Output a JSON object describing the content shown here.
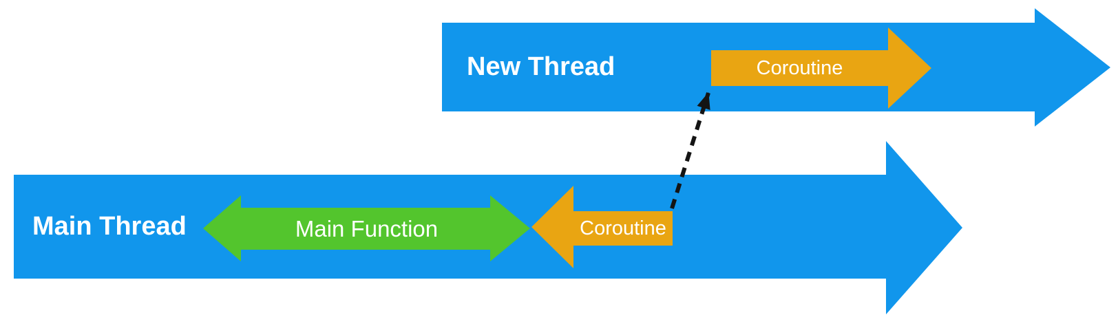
{
  "colors": {
    "thread_blue": "#1196ec",
    "coroutine_orange": "#e9a512",
    "function_green": "#53c52d",
    "connector_black": "#141414",
    "label_text": "#ffffff",
    "background": "#ffffff"
  },
  "new_thread": {
    "label": "New Thread",
    "coroutine_label": "Coroutine"
  },
  "main_thread": {
    "label": "Main Thread",
    "main_function_label": "Main Function",
    "coroutine_label": "Coroutine"
  },
  "connector": {
    "style": "dashed-arrow",
    "from": "main-thread-coroutine",
    "to": "new-thread-coroutine"
  }
}
